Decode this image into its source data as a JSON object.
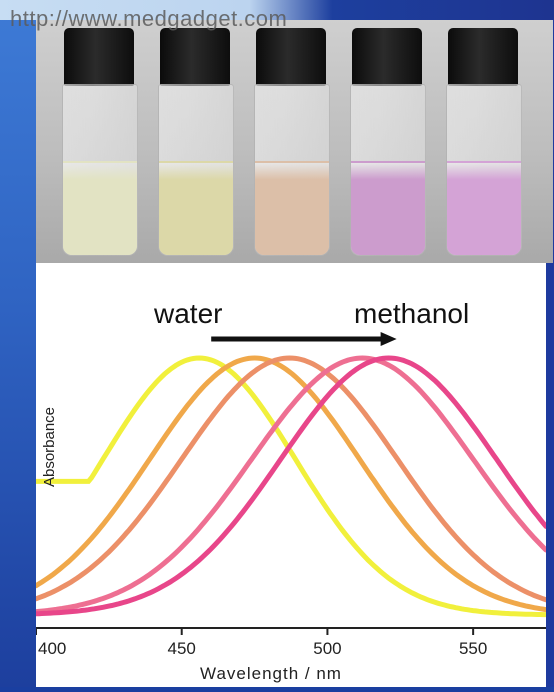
{
  "watermark": "http://www.medgadget.com",
  "photo": {
    "liquid_colors": [
      "#e2e3c3",
      "#dcd8a8",
      "#dcbfa8",
      "#cc9ccd",
      "#d4a3d6"
    ]
  },
  "chart_data": {
    "type": "line",
    "xlabel": "Wavelength / nm",
    "ylabel": "Absorbance",
    "xlim": [
      400,
      575
    ],
    "ylim": [
      0,
      1
    ],
    "x_ticks": [
      400,
      450,
      500,
      550
    ],
    "annotations": {
      "left": "water",
      "right": "methanol"
    },
    "grid": false,
    "series": [
      {
        "color": "#f1f03c",
        "peak_x": 456,
        "sigma": 33,
        "baseline": 0.0
      },
      {
        "color": "#f0a84a",
        "peak_x": 475,
        "sigma": 36,
        "baseline": 0.0
      },
      {
        "color": "#ec9068",
        "peak_x": 487,
        "sigma": 37,
        "baseline": 0.0
      },
      {
        "color": "#ee6f92",
        "peak_x": 512,
        "sigma": 38,
        "baseline": 0.0
      },
      {
        "color": "#e8468a",
        "peak_x": 521,
        "sigma": 37,
        "baseline": 0.0
      }
    ]
  }
}
